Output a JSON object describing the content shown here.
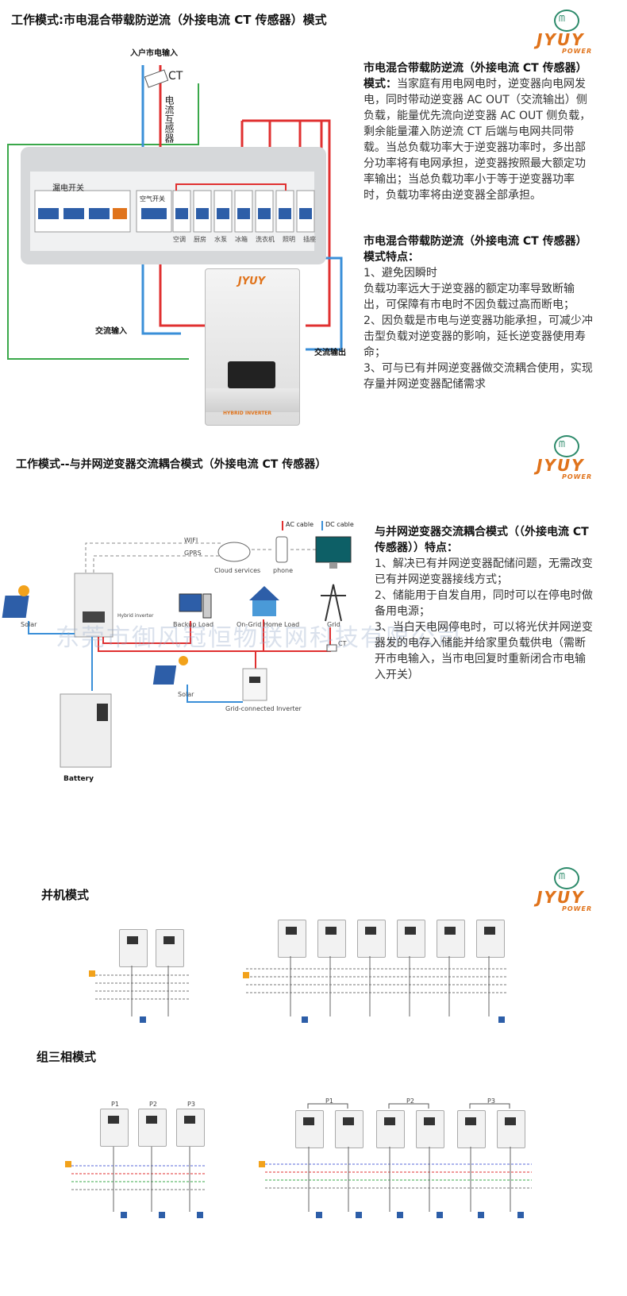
{
  "section1": {
    "title": "工作模式:市电混合带载防逆流（外接电流 CT 传感器）模式",
    "labels": {
      "grid_in": "入户市电输入",
      "ct": "CT",
      "transformer": "电流互感器",
      "leakage_switch": "漏电开关",
      "air_switch": "空气开关",
      "ac_input": "交流输入",
      "ac_output": "交流输出",
      "loads": [
        "空调",
        "厨房",
        "水泵",
        "冰箱",
        "洗衣机",
        "照明",
        "插座"
      ],
      "hybrid_inverter": "HYBRID INVERTER"
    },
    "desc_title": "市电混合带载防逆流（外接电流 CT 传感器）模式：",
    "desc_body": "当家庭有用电网电时，逆变器向电网发电，同时带动逆变器 AC OUT（交流输出）侧负载，能量优先流向逆变器 AC OUT 侧负载，剩余能量灌入防逆流 CT 后端与电网共同带载。当总负载功率大于逆变器功率时，多出部分功率将有电网承担，逆变器按照最大额定功率输出；当总负载功率小于等于逆变器功率时，负载功率将由逆变器全部承担。",
    "feature_title": "市电混合带载防逆流（外接电流 CT 传感器）模式特点：",
    "features": [
      "1、避免因瞬时",
      "负载功率远大于逆变器的额定功率导致断输出，可保障有市电时不因负载过高而断电；",
      "2、因负载是市电与逆变器功能承担，可减少冲击型负载对逆变器的影响，延长逆变器使用寿命；",
      "3、可与已有并网逆变器做交流耦合使用，实现存量并网逆变器配储需求"
    ]
  },
  "section2": {
    "title": "工作模式--与并网逆变器交流耦合模式（外接电流 CT 传感器）",
    "legend": {
      "ac": "AC cable",
      "dc": "DC cable"
    },
    "labels": {
      "wifi": "WIFI",
      "gprs": "GPRS",
      "cloud": "Cloud services",
      "phone": "phone",
      "solar": "Solar",
      "hybrid": "Hybrid inverter",
      "backup": "Backup Load",
      "home": "On-Grid Home Load",
      "grid": "Grid",
      "ct": "CT",
      "solar2": "Solar",
      "grid_inv": "Grid-connected Inverter",
      "battery": "Battery"
    },
    "watermark": "东莞市御风冠恒物联网科技有限公司",
    "feature_title": "与并网逆变器交流耦合模式（（外接电流 CT 传感器））特点：",
    "features": [
      "1、解决已有并网逆变器配储问题，无需改变已有并网逆变器接线方式；",
      "2、储能用于自发自用，同时可以在停电时做备用电源；",
      "3、当白天电网停电时，可以将光伏并网逆变器发的电存入储能并给家里负载供电（需断开市电输入，当市电回复时重新闭合市电输入开关）"
    ]
  },
  "section3": {
    "title_parallel": "并机模式",
    "title_three_phase": "组三相模式",
    "phase_labels": [
      "P1",
      "P2",
      "P3"
    ]
  },
  "logo": {
    "word": "JYUY",
    "sub": "POWER"
  },
  "colors": {
    "red": "#e03030",
    "blue": "#3a8fd8",
    "green": "#3aa84a",
    "orange": "#e0731b"
  }
}
